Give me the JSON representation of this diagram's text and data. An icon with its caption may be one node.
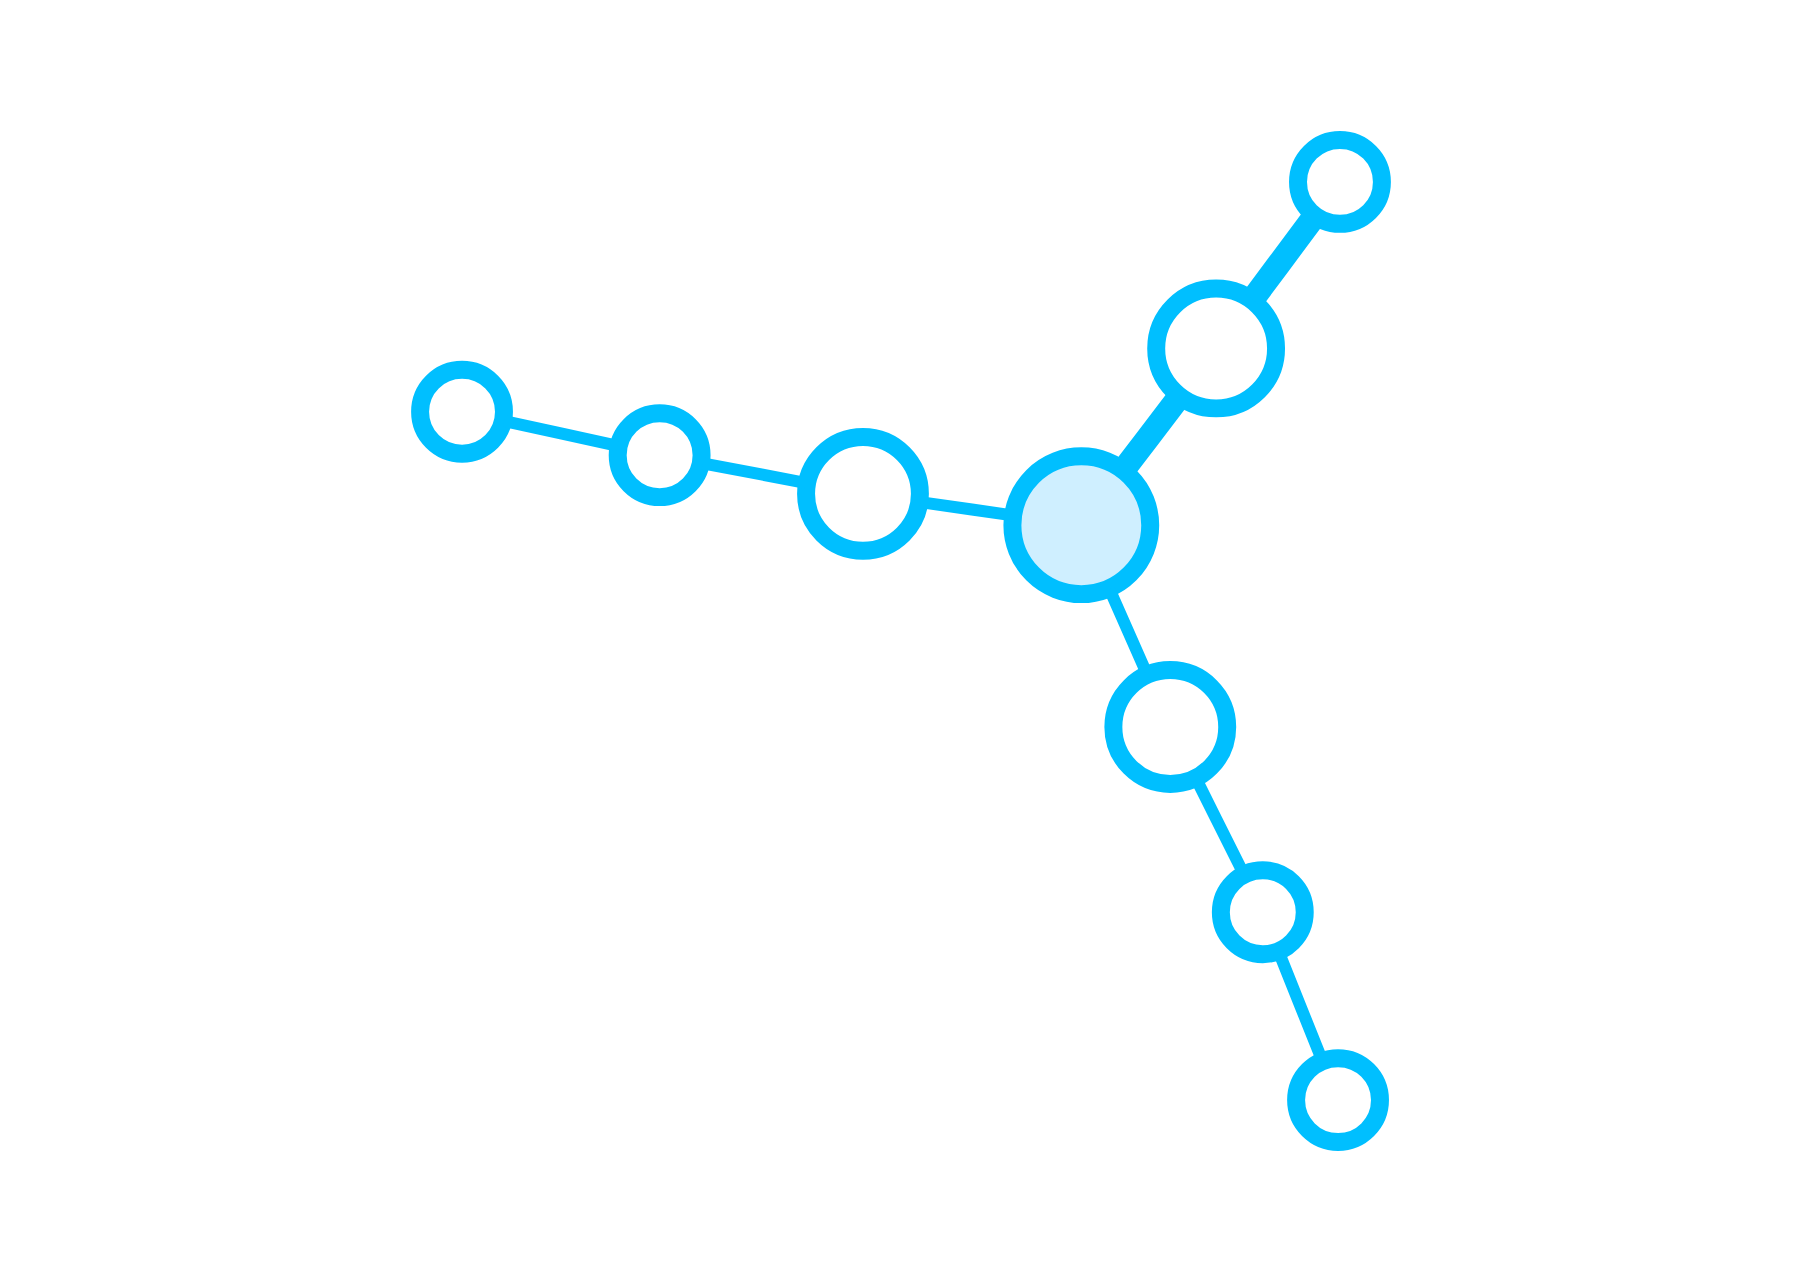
{
  "diagram": {
    "nodes": [
      {
        "text": [],
        "shape": "circle"
      },
      {
        "text": [],
        "shape": "circle"
      },
      {
        "text": [],
        "shape": "circle"
      },
      {
        "text": [],
        "shape": "circle"
      },
      {
        "text": [],
        "shape": "circle"
      },
      {
        "text": [],
        "shape": "circle"
      },
      {
        "text": [],
        "shape": "circle"
      },
      {
        "text": [],
        "shape": "circle"
      },
      {
        "text": [],
        "shape": "circle"
      }
    ],
    "edges": [
      {
        "from": 0,
        "to": 1,
        "arrow": "none"
      },
      {
        "from": 1,
        "to": 2,
        "arrow": "none"
      },
      {
        "from": 2,
        "to": 5,
        "arrow": "none"
      },
      {
        "from": 5,
        "to": 6,
        "arrow": "none"
      },
      {
        "from": 6,
        "to": 7,
        "arrow": "none"
      },
      {
        "from": 7,
        "to": 8,
        "arrow": "none"
      },
      {
        "from": 5,
        "to": 4,
        "arrow": "none",
        "style": "thick"
      },
      {
        "from": 4,
        "to": 3,
        "arrow": "none",
        "style": "thick"
      }
    ]
  }
}
